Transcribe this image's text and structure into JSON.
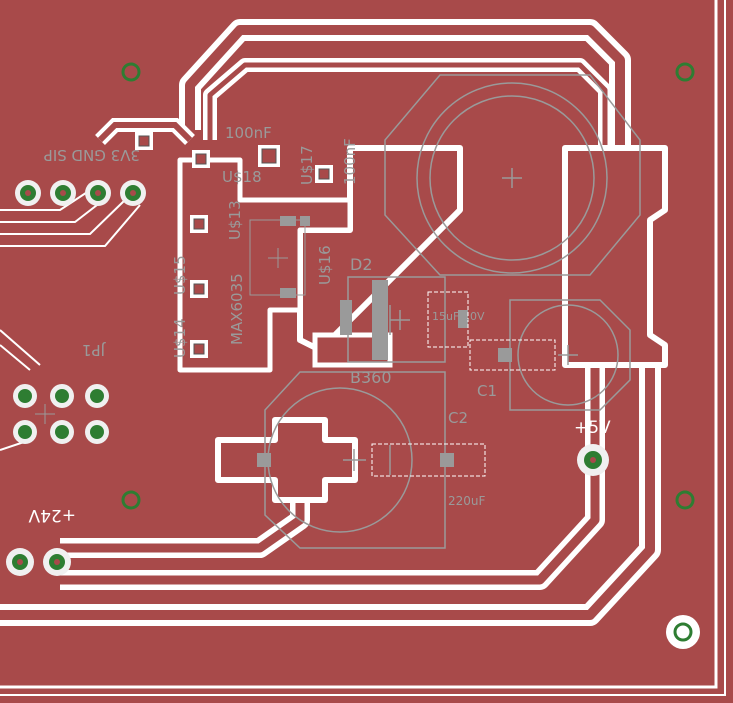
{
  "colors": {
    "copper": "#a84a4a",
    "clearance": "#ffffff",
    "silkscreen": "#9a9a9a",
    "pad": "#e8e8e8",
    "via_ring": "#2e7d32",
    "board_outline": "#ffffff"
  },
  "labels": {
    "c_100nf_a": "100nF",
    "c_100nf_b": "100nF",
    "us18": "U$18",
    "us17": "U$17",
    "us16": "U$16",
    "us15": "U$15",
    "us14": "U$14",
    "us13": "U$13",
    "max": "MAX6035",
    "d2": "D2",
    "b360": "B360",
    "cap_15uf": "15uF/10V",
    "c1": "C1",
    "c2": "C2",
    "cap_220uf": "220uF",
    "plus5v": "+5V",
    "plus24v": "+24V",
    "jp1": "JP1",
    "header_label": "3V3 GND SIP"
  }
}
